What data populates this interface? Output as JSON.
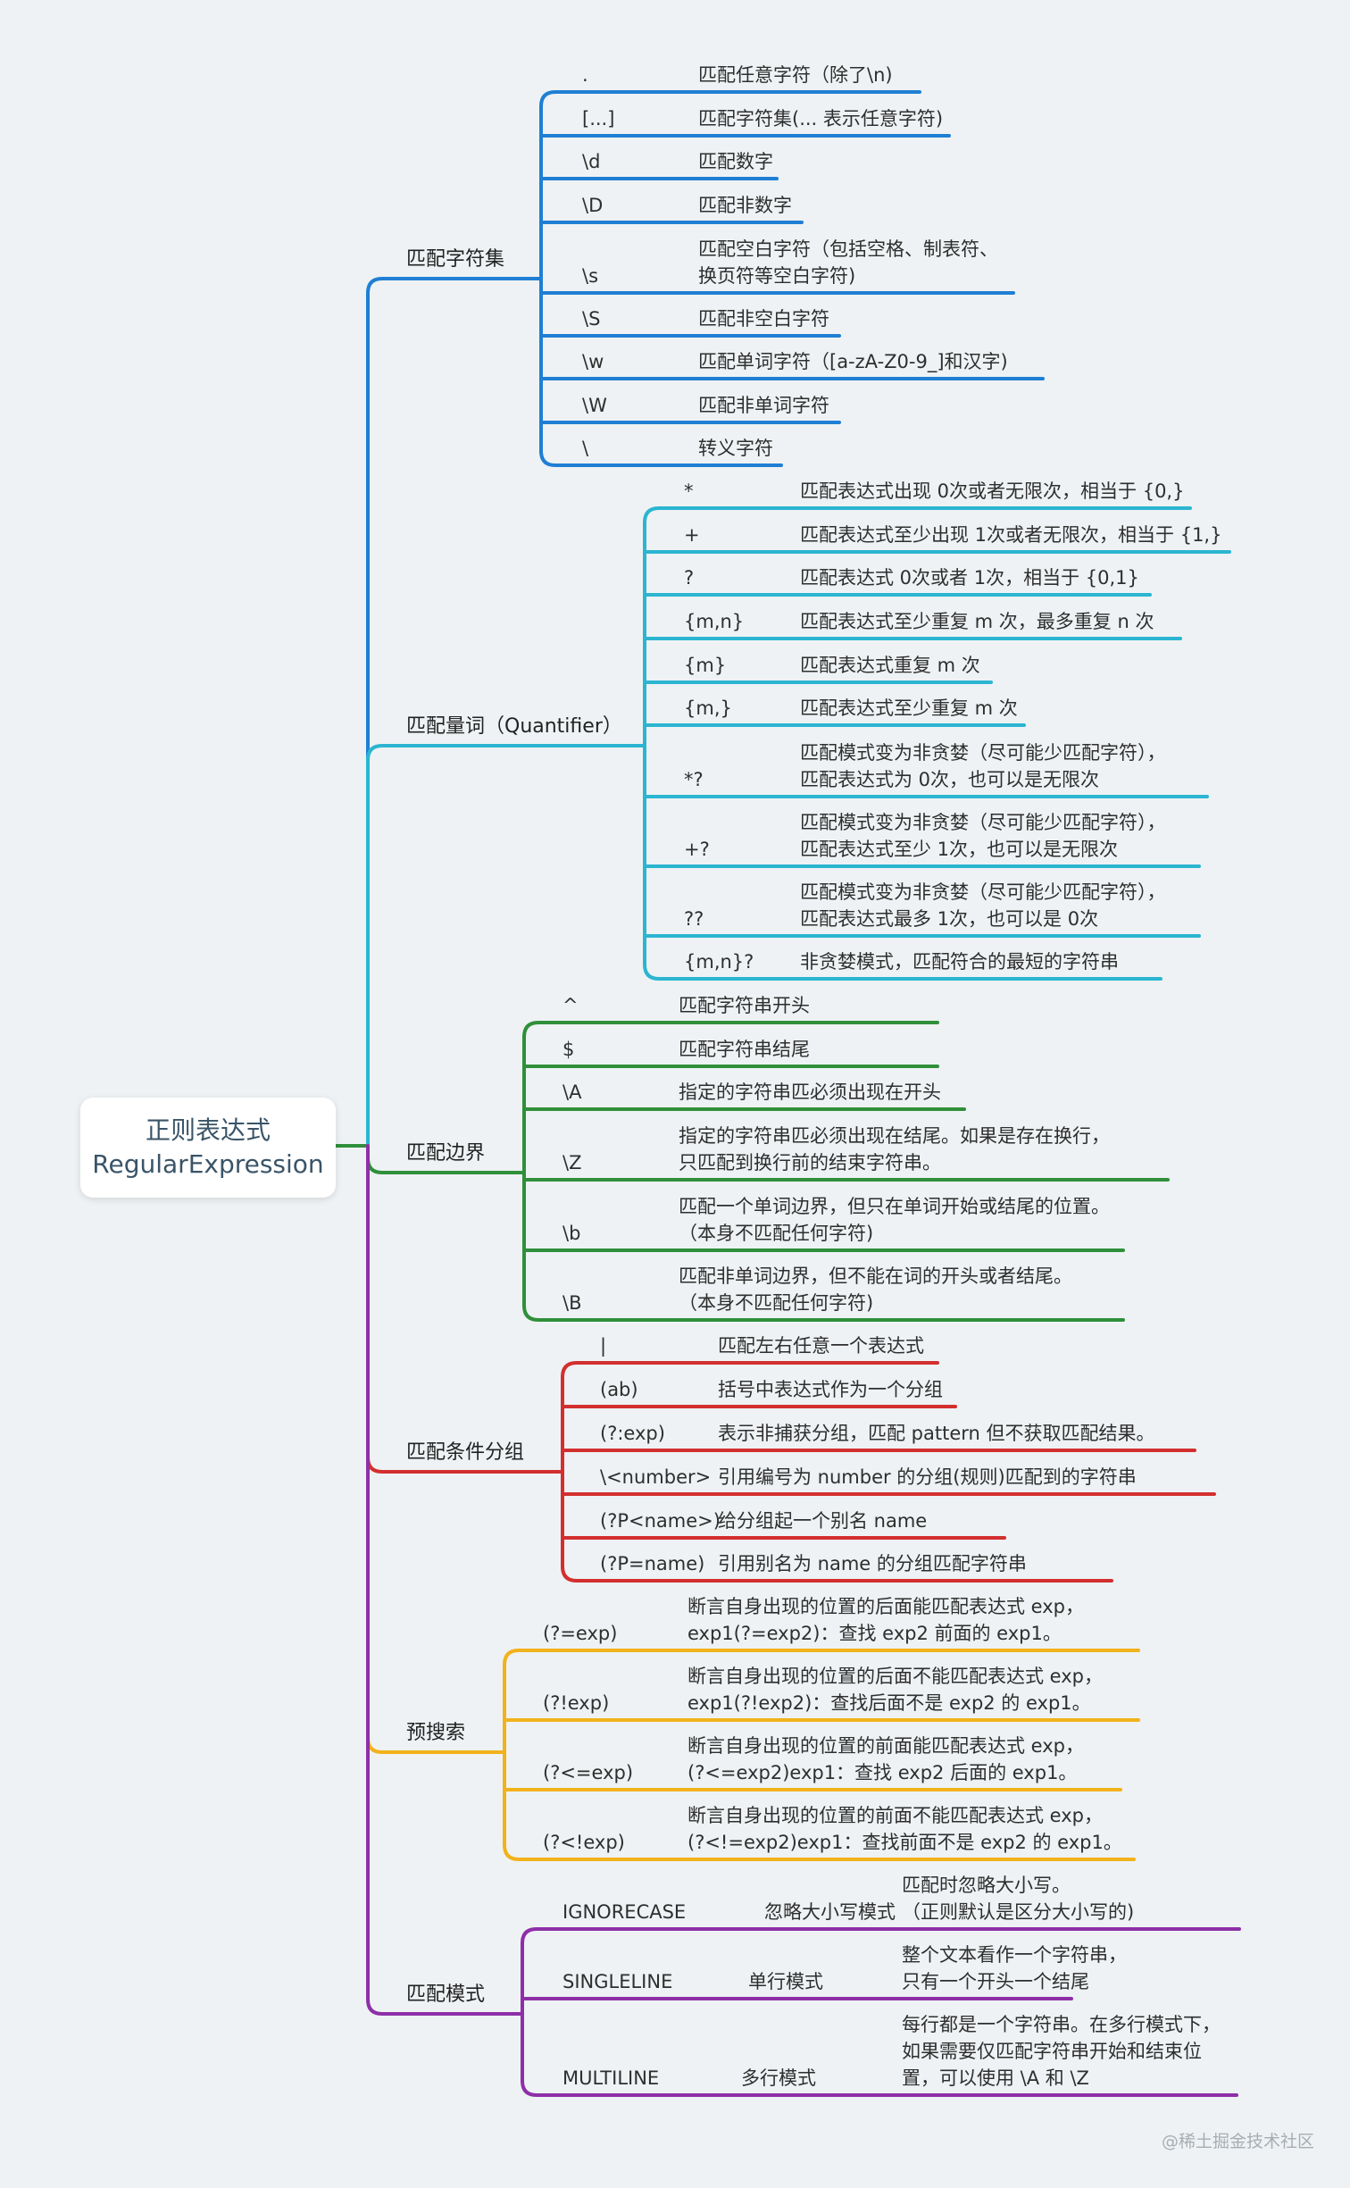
{
  "root": {
    "line1": "正则表达式",
    "line2": "RegularExpression"
  },
  "watermark": "@稀土掘金技术社区",
  "branches": [
    {
      "label": "匹配字符集",
      "color": "#1f7fd4",
      "items": [
        {
          "key": ".",
          "desc": [
            "匹配任意字符（除了\\n)"
          ]
        },
        {
          "key": "[...]",
          "desc": [
            "匹配字符集(... 表示任意字符)"
          ]
        },
        {
          "key": "\\d",
          "desc": [
            "匹配数字"
          ]
        },
        {
          "key": "\\D",
          "desc": [
            "匹配非数字"
          ]
        },
        {
          "key": "\\s",
          "desc": [
            "匹配空白字符（包括空格、制表符、",
            "换页符等空白字符)"
          ]
        },
        {
          "key": "\\S",
          "desc": [
            "匹配非空白字符"
          ]
        },
        {
          "key": "\\w",
          "desc": [
            "匹配单词字符（[a-zA-Z0-9_]和汉字)"
          ]
        },
        {
          "key": "\\W",
          "desc": [
            "匹配非单词字符"
          ]
        },
        {
          "key": "\\",
          "desc": [
            "转义字符"
          ]
        }
      ]
    },
    {
      "label": "匹配量词（Quantifier）",
      "color": "#2bb5d1",
      "items": [
        {
          "key": "*",
          "desc": [
            "匹配表达式出现 0次或者无限次，相当于 {0,}"
          ]
        },
        {
          "key": "+",
          "desc": [
            "匹配表达式至少出现 1次或者无限次，相当于 {1,}"
          ]
        },
        {
          "key": "?",
          "desc": [
            "匹配表达式 0次或者 1次，相当于 {0,1}"
          ]
        },
        {
          "key": "{m,n}",
          "desc": [
            "匹配表达式至少重复 m 次，最多重复 n 次"
          ]
        },
        {
          "key": "{m}",
          "desc": [
            "匹配表达式重复 m 次"
          ]
        },
        {
          "key": "{m,}",
          "desc": [
            "匹配表达式至少重复 m 次"
          ]
        },
        {
          "key": "*?",
          "desc": [
            "匹配模式变为非贪婪（尽可能少匹配字符），",
            "匹配表达式为 0次，也可以是无限次"
          ]
        },
        {
          "key": "+?",
          "desc": [
            "匹配模式变为非贪婪（尽可能少匹配字符），",
            "匹配表达式至少 1次，也可以是无限次"
          ]
        },
        {
          "key": "??",
          "desc": [
            "匹配模式变为非贪婪（尽可能少匹配字符），",
            "匹配表达式最多 1次，也可以是 0次"
          ]
        },
        {
          "key": "{m,n}?",
          "desc": [
            "非贪婪模式，匹配符合的最短的字符串"
          ]
        }
      ]
    },
    {
      "label": "匹配边界",
      "color": "#2f8f3a",
      "items": [
        {
          "key": "^",
          "desc": [
            "匹配字符串开头"
          ]
        },
        {
          "key": "$",
          "desc": [
            "匹配字符串结尾"
          ]
        },
        {
          "key": "\\A",
          "desc": [
            "指定的字符串匹必须出现在开头"
          ]
        },
        {
          "key": "\\Z",
          "desc": [
            "指定的字符串匹必须出现在结尾。如果是存在换行，",
            "只匹配到换行前的结束字符串。"
          ]
        },
        {
          "key": "\\b",
          "desc": [
            "匹配一个单词边界，但只在单词开始或结尾的位置。",
            "（本身不匹配任何字符)"
          ]
        },
        {
          "key": "\\B",
          "desc": [
            "匹配非单词边界，但不能在词的开头或者结尾。",
            "（本身不匹配任何字符)"
          ]
        }
      ]
    },
    {
      "label": "匹配条件分组",
      "color": "#d32f2f",
      "items": [
        {
          "key": "|",
          "desc": [
            "匹配左右任意一个表达式"
          ]
        },
        {
          "key": "(ab)",
          "desc": [
            "括号中表达式作为一个分组"
          ]
        },
        {
          "key": "(?:exp)",
          "desc": [
            "表示非捕获分组，匹配 pattern 但不获取匹配结果。"
          ]
        },
        {
          "key": "\\<number>",
          "desc": [
            "引用编号为 number 的分组(规则)匹配到的字符串"
          ]
        },
        {
          "key": "(?P<name>)",
          "desc": [
            "给分组起一个别名 name"
          ]
        },
        {
          "key": "(?P=name)",
          "desc": [
            "引用别名为 name 的分组匹配字符串"
          ]
        }
      ]
    },
    {
      "label": "预搜索",
      "color": "#f2b21c",
      "items": [
        {
          "key": "(?=exp)",
          "desc": [
            "断言自身出现的位置的后面能匹配表达式 exp，",
            "exp1(?=exp2)：查找 exp2 前面的 exp1。"
          ]
        },
        {
          "key": "(?!exp)",
          "desc": [
            "断言自身出现的位置的后面不能匹配表达式 exp，",
            "exp1(?!exp2)：查找后面不是 exp2 的 exp1。"
          ]
        },
        {
          "key": "(?<=exp)",
          "desc": [
            "断言自身出现的位置的前面能匹配表达式 exp，",
            "(?<=exp2)exp1：查找 exp2 后面的 exp1。"
          ]
        },
        {
          "key": "(?<!exp)",
          "desc": [
            "断言自身出现的位置的前面不能匹配表达式 exp，",
            "(?<!=exp2)exp1：查找前面不是 exp2 的 exp1。"
          ]
        }
      ]
    },
    {
      "label": "匹配模式",
      "color": "#8e2fa8",
      "items": [
        {
          "key": "IGNORECASE",
          "mid": "忽略大小写模式",
          "desc": [
            "匹配时忽略大小写。",
            "（正则默认是区分大小写的)"
          ]
        },
        {
          "key": "SINGLELINE",
          "mid": "单行模式",
          "desc": [
            "整个文本看作一个字符串，",
            "只有一个开头一个结尾"
          ]
        },
        {
          "key": "MULTILINE",
          "mid": "多行模式",
          "desc": [
            "每行都是一个字符串。在多行模式下，",
            "如果需要仅匹配字符串开始和结束位",
            "置，可以使用 \\A 和 \\Z"
          ]
        }
      ]
    }
  ]
}
